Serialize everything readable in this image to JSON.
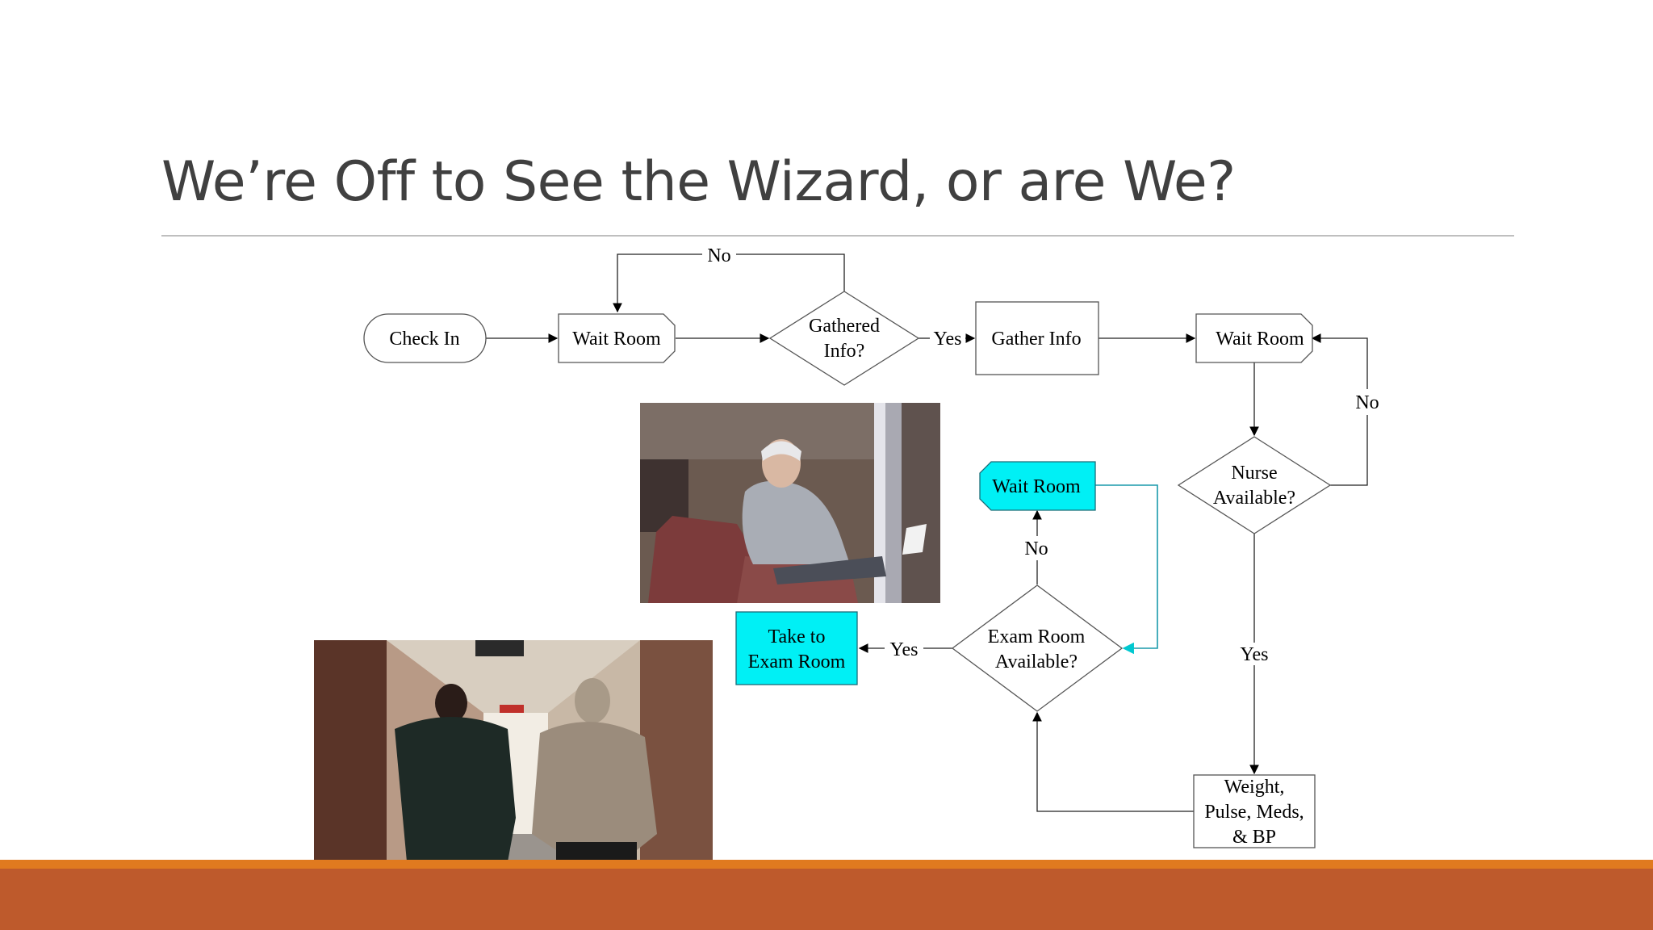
{
  "slide": {
    "title": "We’re Off to See the Wizard, or are We?"
  },
  "colors": {
    "highlight": "#00f0f5",
    "accent_orange": "#e07a1f",
    "accent_rust": "#be5a2c",
    "title_gray": "#404040"
  },
  "flowchart": {
    "nodes": {
      "check_in": "Check In",
      "wait_room_1": "Wait Room",
      "gathered_info": [
        "Gathered",
        "Info?"
      ],
      "gather_info": "Gather Info",
      "wait_room_2": "Wait Room",
      "nurse_available": [
        "Nurse",
        "Available?"
      ],
      "vitals": [
        "Weight,",
        "Pulse, Meds,",
        "& BP"
      ],
      "exam_room_available": [
        "Exam Room",
        "Available?"
      ],
      "wait_room_3": "Wait Room",
      "take_to_exam": [
        "Take to",
        "Exam Room"
      ]
    },
    "edges": {
      "gathered_no": "No",
      "gathered_yes": "Yes",
      "nurse_no": "No",
      "nurse_yes": "Yes",
      "exam_no": "No",
      "exam_yes": "Yes"
    }
  },
  "photos": {
    "waiting_room": "photo-waiting-patient",
    "hallway": "photo-hallway-escort"
  }
}
